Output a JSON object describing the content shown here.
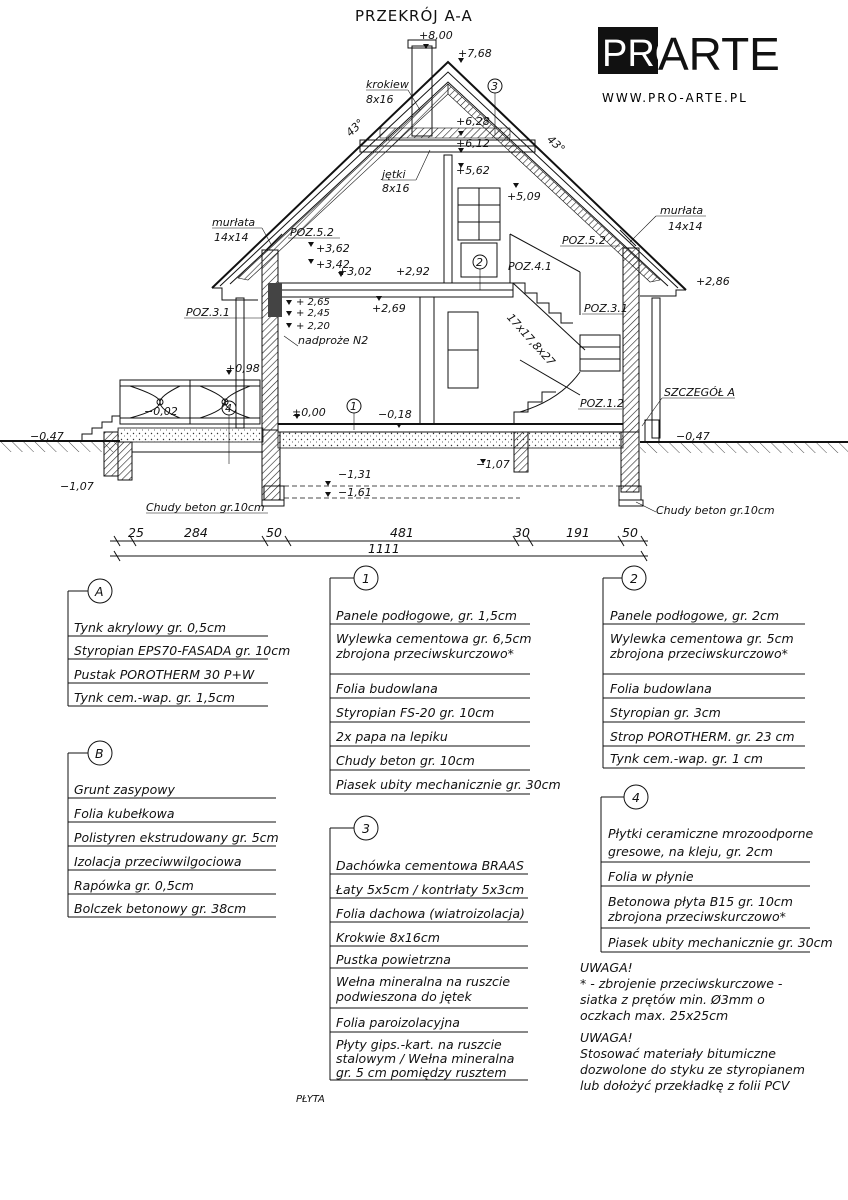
{
  "title": "PRZEKRÓJ A-A",
  "logo": {
    "left": "PRO",
    "right": "ARTE",
    "website": "WWW.PRO-ARTE.PL"
  },
  "levels": {
    "l800": "+8,00",
    "l768": "+7,68",
    "l628": "+6,28",
    "l612": "+6,12",
    "l562": "+5,62",
    "l509": "+5,09",
    "l362": "+3,62",
    "l342": "+3,42",
    "l302": "+3,02",
    "l292": "+2,92",
    "l286": "+2,86",
    "l269": "+2,69",
    "l265": "+ 2,65",
    "l245": "+ 2,45",
    "l220": "+ 2,20",
    "l098": "+0,98",
    "l000": "±0,00",
    "lm002": "−0,02",
    "lm018": "−0,18",
    "lm047a": "−0,47",
    "lm047b": "−0,47",
    "lm107a": "−1,07",
    "lm107b": "−1,07",
    "lm131": "−1,31",
    "lm161": "−1,61"
  },
  "labels": {
    "krokiew": "krokiew",
    "krokiew_size": "8x16",
    "jetki": "jętki",
    "jetki_size": "8x16",
    "murlata_l": "murłata",
    "murlata_l_size": "14x14",
    "murlata_r": "murłata",
    "murlata_r_size": "14x14",
    "angle_l": "43°",
    "angle_r": "43°",
    "poz52_l": "POZ.5.2",
    "poz52_r": "POZ.5.2",
    "poz31_l": "POZ.3.1",
    "poz31_r": "POZ.3.1",
    "poz41": "POZ.4.1",
    "poz12": "POZ.1.2",
    "stairs": "17x17,8x27",
    "nadproze": "nadproże N2",
    "szczegol": "SZCZEGÓŁ A",
    "chudy_l": "Chudy beton gr.10cm",
    "chudy_r": "Chudy beton gr.10cm",
    "marker_1": "1",
    "marker_2": "2",
    "marker_3": "3",
    "marker_4": "4"
  },
  "dimensions": {
    "segments": [
      "25",
      "284",
      "50",
      "481",
      "30",
      "191",
      "50"
    ],
    "total": "1111"
  },
  "legends": {
    "A": {
      "id": "A",
      "items": [
        "Tynk akrylowy gr. 0,5cm",
        "Styropian EPS70-FASADA gr. 10cm",
        "Pustak POROTHERM 30 P+W",
        "Tynk cem.-wap. gr. 1,5cm"
      ]
    },
    "B": {
      "id": "B",
      "items": [
        "Grunt zasypowy",
        "Folia kubełkowa",
        "Polistyren ekstrudowany gr. 5cm",
        "Izolacja przeciwwilgociowa",
        "Rapówka gr. 0,5cm",
        "Bolczek betonowy gr. 38cm"
      ]
    },
    "L1": {
      "id": "1",
      "items": [
        "Panele podłogowe, gr. 1,5cm",
        "Wylewka cementowa gr. 6,5cm",
        "zbrojona przeciwskurczowo*",
        "Folia budowlana",
        "Styropian FS-20 gr. 10cm",
        "2x papa na lepiku",
        "Chudy beton gr. 10cm",
        "Piasek ubity mechanicznie gr. 30cm"
      ]
    },
    "L2": {
      "id": "2",
      "items": [
        "Panele podłogowe, gr. 2cm",
        "Wylewka cementowa gr. 5cm",
        "zbrojona przeciwskurczowo*",
        "Folia budowlana",
        "Styropian gr. 3cm",
        "Strop POROTHERM. gr. 23 cm",
        "Tynk cem.-wap. gr. 1 cm"
      ]
    },
    "L3": {
      "id": "3",
      "items": [
        "Dachówka cementowa BRAAS",
        "Łaty 5x5cm / kontrłaty 5x3cm",
        "Folia dachowa (wiatroizolacja)",
        "Krokwie 8x16cm",
        "Pustka powietrzna",
        "Wełna mineralna na ruszcie",
        "podwieszona do jętek",
        "Folia paroizolacyjna",
        "Płyty gips.-kart. na ruszcie",
        "stalowym / Wełna mineralna",
        "gr. 5 cm pomiędzy rusztem"
      ]
    },
    "L4": {
      "id": "4",
      "items": [
        "Płytki ceramiczne mrozoodporne",
        "gresowe, na kleju, gr. 2cm",
        "Folia w płynie",
        "Betonowa płyta B15 gr. 10cm",
        "zbrojona przeciwskurczowo*",
        "Piasek ubity mechanicznie gr. 30cm"
      ]
    }
  },
  "notes": {
    "n1_title": "UWAGA!",
    "n1_l1": "* - zbrojenie przeciwskurczowe -",
    "n1_l2": "siatka z prętów min. Ø3mm o",
    "n1_l3": "oczkach max. 25x25cm",
    "n2_title": "UWAGA!",
    "n2_l1": "Stosować materiały bitumiczne",
    "n2_l2": "dozwolone do styku ze styropianem",
    "n2_l3": "lub dołożyć przekładkę z folii PCV"
  },
  "footer": {
    "text": "PŁYTA"
  }
}
